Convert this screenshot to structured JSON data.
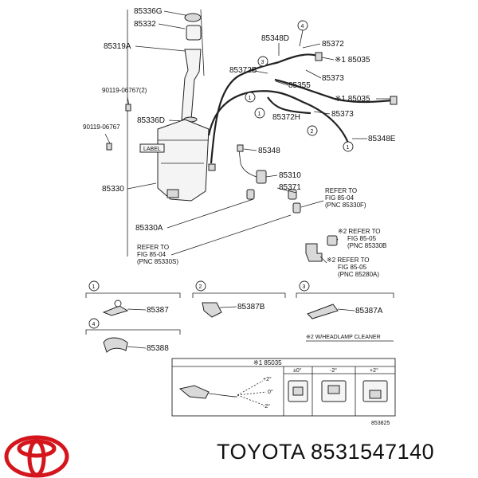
{
  "labels": {
    "p85336G": "85336G",
    "p85332": "85332",
    "p85319A": "85319A",
    "p90119_2": "90119-06767(2)",
    "p85336D": "85336D",
    "p90119": "90119-06767",
    "label_tag": "LABEL",
    "p85330": "85330",
    "p85330A": "85330A",
    "ref_fig_1": "REFER TO",
    "ref_fig_2": "FIG 85-04",
    "ref_fig_3": "(PNC 85330S)",
    "p85348D": "85348D",
    "p85372": "85372",
    "p85035_a": "※1 85035",
    "p85372B": "85372B",
    "p85355": "85355",
    "p85373_a": "85373",
    "p85035_b": "※1 85035",
    "p85372H": "85372H",
    "p85373_b": "85373",
    "p85348E": "85348E",
    "p85348": "85348",
    "p85310": "85310",
    "p85371": "85371",
    "ref_b_1": "REFER TO",
    "ref_b_2": "FIG 85-04",
    "ref_b_3": "(PNC 85330F)",
    "ref_c_1": "※2 REFER TO",
    "ref_c_2": "FIG 85-05",
    "ref_c_3": "(PNC 85330B",
    "ref_d_1": "※2 REFER TO",
    "ref_d_2": "FIG 85-05",
    "ref_d_3": "(PNC 85280A)"
  },
  "callouts": {
    "c1": "1",
    "c2": "2",
    "c3": "3",
    "c4": "4"
  },
  "details": {
    "d1_num": "1",
    "d1_part": "85387",
    "d2_num": "2",
    "d2_part": "85387B",
    "d3_num": "3",
    "d3_part": "85387A",
    "d4_num": "4",
    "d4_part": "85388",
    "note": "※2 W/HEADLAMP CLEANER"
  },
  "nozzle_table": {
    "title": "※1 85035",
    "col1": "±0°",
    "col2": "-2°",
    "col3": "+2°",
    "angle_pos": "+2°",
    "angle_zero": "0°",
    "angle_neg": "-2°",
    "figure_code": "853825"
  },
  "footer": {
    "brand_part": "TOYOTA 8531547140"
  },
  "colors": {
    "logo_red": "#d4151c",
    "ink": "#222222"
  }
}
